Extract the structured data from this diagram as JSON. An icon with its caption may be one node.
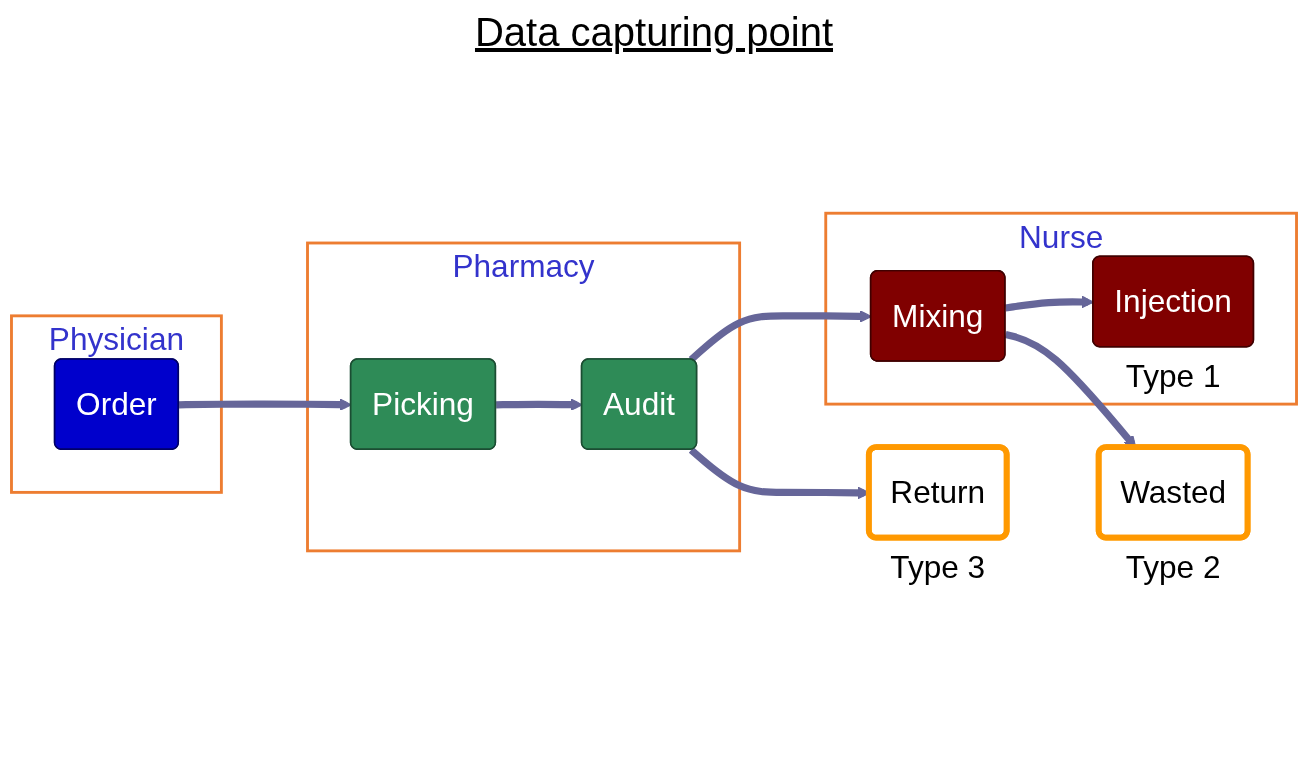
{
  "diagram": {
    "title": "Data capturing point",
    "nodes": [
      {
        "text": [
          "Physician"
        ]
      },
      {
        "text": [
          "Order"
        ],
        "in": 0
      },
      {
        "text": [
          "Pharmacy"
        ]
      },
      {
        "text": [
          "Picking"
        ],
        "in": 2
      },
      {
        "text": [
          "Audit"
        ],
        "in": 2
      },
      {
        "text": [
          "Nurse"
        ]
      },
      {
        "text": [
          "Mixing"
        ],
        "in": 5
      },
      {
        "text": [
          "Injection"
        ],
        "in": 5,
        "beside": [
          "Type 1"
        ]
      },
      {
        "text": [
          "Return"
        ],
        "beside": [
          "Type 3"
        ]
      },
      {
        "text": [
          "Wasted"
        ],
        "beside": [
          "Type 2"
        ]
      }
    ],
    "edges": [
      {
        "from": 1,
        "to": 3,
        "arrow": "to"
      },
      {
        "from": 3,
        "to": 4,
        "arrow": "to"
      },
      {
        "from": 4,
        "to": 6,
        "arrow": "to"
      },
      {
        "from": 4,
        "to": 8,
        "arrow": "to"
      },
      {
        "from": 6,
        "to": 7,
        "arrow": "to"
      },
      {
        "from": 6,
        "to": 9,
        "arrow": "to"
      }
    ]
  }
}
